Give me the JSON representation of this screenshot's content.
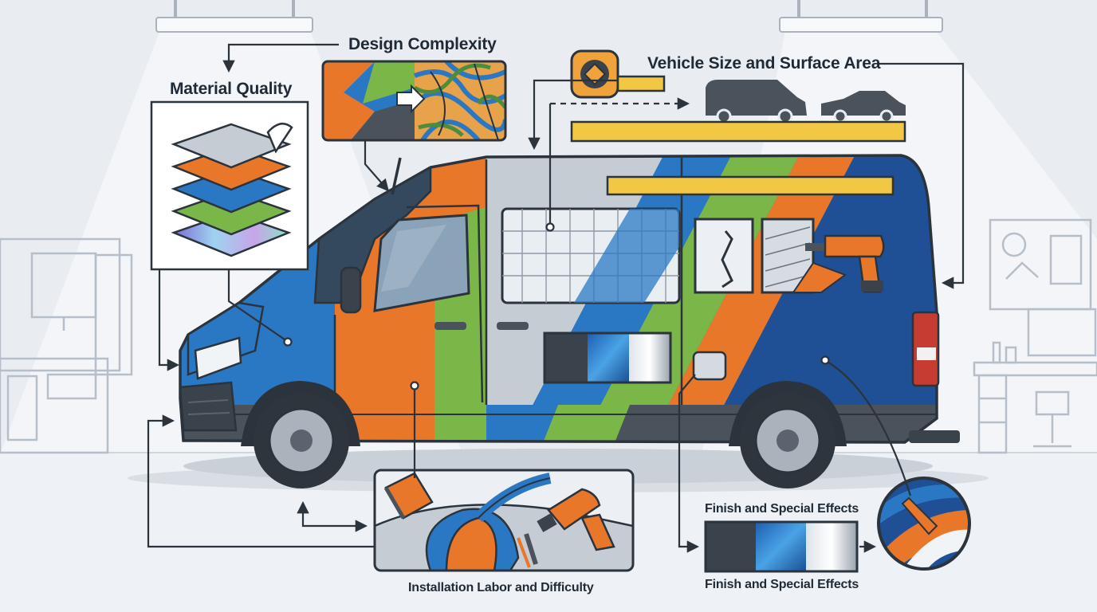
{
  "labels": {
    "design_complexity": "Design Complexity",
    "material_quality": "Material Quality",
    "vehicle_size": "Vehicle Size and Surface Area",
    "finish_top": "Finish and Special Effects",
    "finish_bottom": "Finish and Special Effects",
    "installation": "Installation Labor and Difficulty"
  },
  "palette": {
    "background": "#e9edf2",
    "orange": "#e8772a",
    "blue": "#2a78c4",
    "navy": "#1f4f94",
    "green": "#7ab648",
    "silver": "#c6ccd3",
    "outline": "#2b333d"
  },
  "icons": [
    "tape-measure-icon",
    "van-icon",
    "car-icon",
    "heat-gun-icon",
    "squeegee-icon",
    "drill-icon"
  ]
}
